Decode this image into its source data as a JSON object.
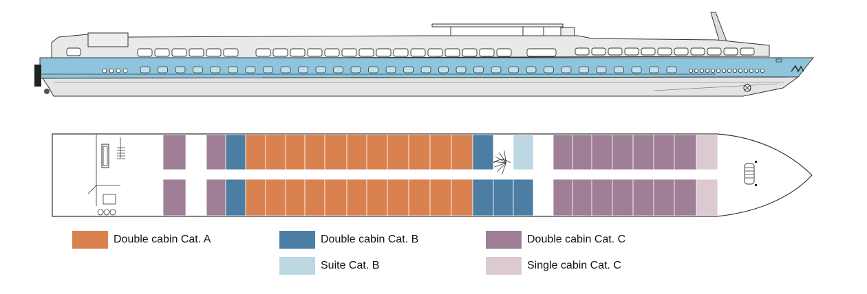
{
  "colors": {
    "cat_a_double": "#d98250",
    "cat_b_double": "#4c7ea3",
    "cat_c_double": "#9e7f96",
    "cat_b_suite": "#bcd8e2",
    "cat_c_single": "#dcc9d2",
    "hull_band": "#8ec4dc",
    "hull_fill": "#e4e4e4",
    "outline": "#333333"
  },
  "deck_plan": {
    "top_row": [
      "C",
      "gap",
      "C",
      "B",
      "A",
      "A",
      "A",
      "A",
      "A",
      "A",
      "A",
      "A",
      "A",
      "A",
      "A",
      "B",
      "stair",
      "SB",
      "gap",
      "C",
      "C",
      "C",
      "C",
      "C",
      "C",
      "C",
      "SC"
    ],
    "bottom_row": [
      "C",
      "gap",
      "C",
      "B",
      "A",
      "A",
      "A",
      "A",
      "A",
      "A",
      "A",
      "A",
      "A",
      "A",
      "A",
      "B",
      "B",
      "B",
      "gap",
      "C",
      "C",
      "C",
      "C",
      "C",
      "C",
      "C",
      "SC"
    ]
  },
  "legend": [
    {
      "label": "Double cabin Cat. A",
      "color": "#d98250"
    },
    {
      "label": "Double cabin Cat. B",
      "color": "#4c7ea3"
    },
    {
      "label": "Double cabin Cat. C",
      "color": "#9e7f96"
    },
    {
      "label": "Suite Cat. B",
      "color": "#bcd8e2"
    },
    {
      "label": "Single cabin Cat. C",
      "color": "#dcc9d2"
    }
  ]
}
